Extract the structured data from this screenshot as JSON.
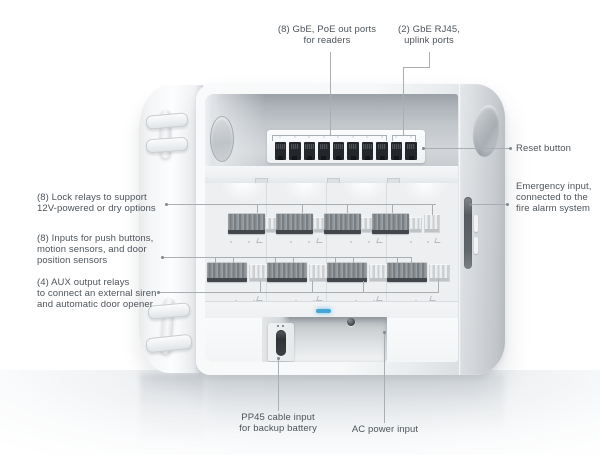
{
  "title": "Door access hub enclosure diagram",
  "callouts": {
    "poe_ports": "(8) GbE, PoE out ports\nfor readers",
    "uplink_ports": "(2) GbE RJ45,\nuplink ports",
    "reset": "Reset button",
    "emergency": "Emergency input,\nconnected to the\nfire alarm system",
    "lock_relays": "(8) Lock relays to support\n12V-powered or dry options",
    "inputs": "(8) Inputs for push buttons,\nmotion sensors, and door\nposition sensors",
    "aux": "(4) AUX output relays\nto connect an external siren\nand automatic door opener",
    "pp45": "PP45 cable input\nfor backup battery",
    "ac": "AC power input"
  },
  "device": {
    "ethernet_ports_total": 10,
    "poe_port_count": 8,
    "uplink_port_count": 2,
    "lock_relay_block_count": 4,
    "input_block_count": 4,
    "aux_block_count": 4,
    "status_led_color": "#45a5d6",
    "leader_line_color": "#a9aeb3",
    "label_text_color": "#4d545a"
  }
}
